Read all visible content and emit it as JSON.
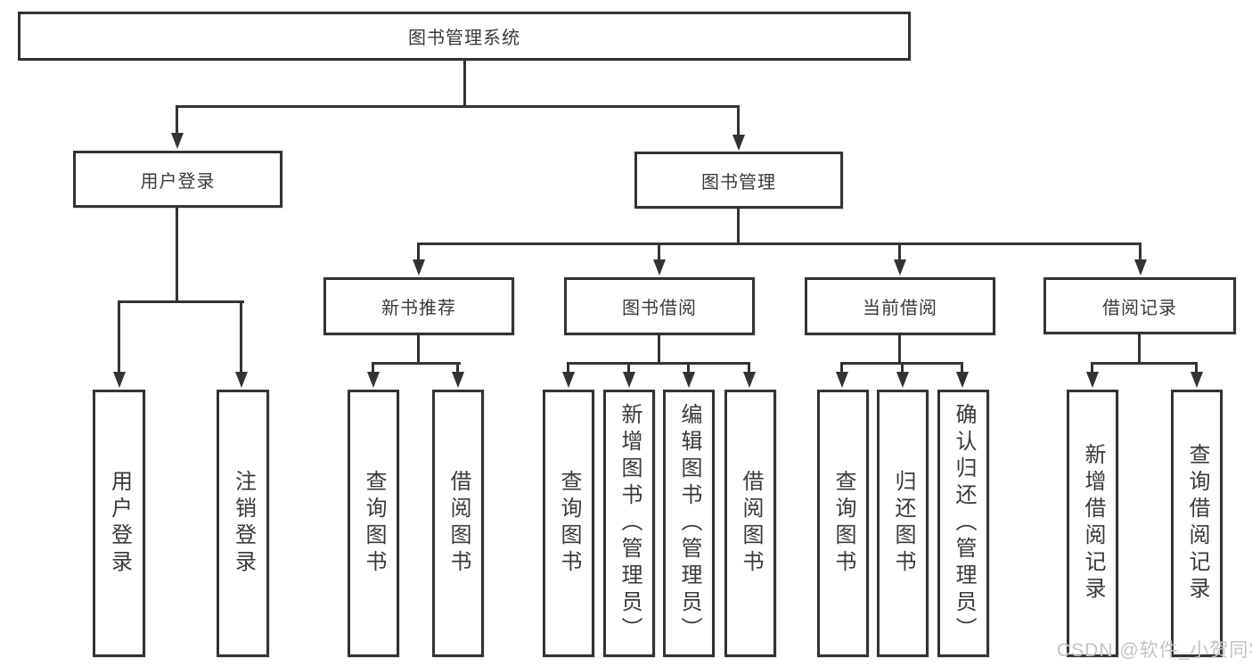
{
  "diagram": {
    "root": "图书管理系统",
    "branches": [
      {
        "label": "用户登录",
        "children": [
          "用户登录",
          "注销登录"
        ]
      },
      {
        "label": "图书管理",
        "groups": [
          {
            "label": "新书推荐",
            "children": [
              "查询图书",
              "借阅图书"
            ]
          },
          {
            "label": "图书借阅",
            "children": [
              "查询图书",
              "新增图书（管理员）",
              "编辑图书（管理员）",
              "借阅图书"
            ]
          },
          {
            "label": "当前借阅",
            "children": [
              "查询图书",
              "归还图书",
              "确认归还（管理员）"
            ]
          },
          {
            "label": "借阅记录",
            "children": [
              "新增借阅记录",
              "查询借阅记录"
            ]
          }
        ]
      }
    ]
  },
  "watermark": "CSDN @软件_小贺同学",
  "colors": {
    "line": "#333333",
    "text": "#3a3a3a",
    "watermark": "#c3c3c3",
    "background": "#ffffff"
  }
}
